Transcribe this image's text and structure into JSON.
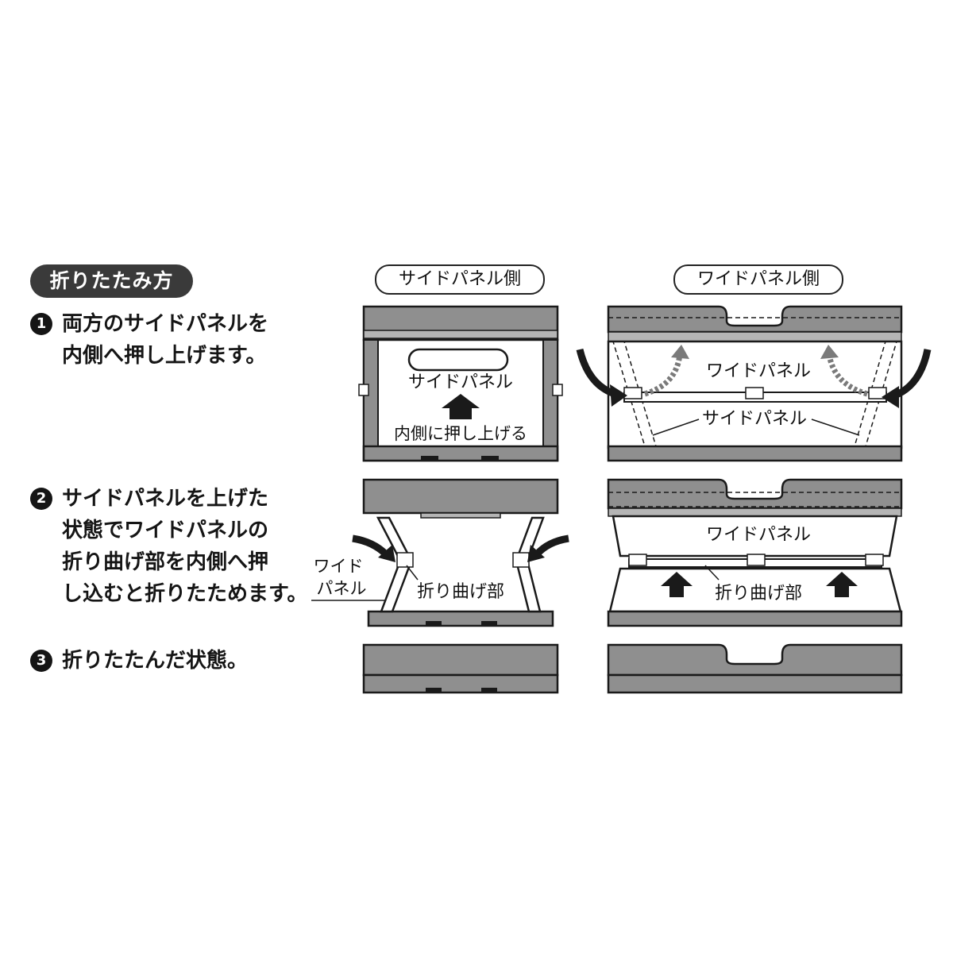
{
  "title": "折りたたみ方",
  "columns": {
    "side": "サイドパネル側",
    "wide": "ワイドパネル側"
  },
  "steps": [
    {
      "num": "1",
      "lines": [
        "両方のサイドパネルを",
        "内側へ押し上げます。"
      ]
    },
    {
      "num": "2",
      "lines": [
        "サイドパネルを上げた",
        "状態でワイドパネルの",
        "折り曲げ部を内側へ押",
        "し込むと折りたためます。"
      ]
    },
    {
      "num": "3",
      "lines": [
        "折りたたんだ状態。"
      ]
    }
  ],
  "labels": {
    "side_panel": "サイドパネル",
    "push_inside": "内側に押し上げる",
    "wide_panel": "ワイドパネル",
    "side_panel_2": "サイドパネル",
    "wide_label_1": "ワイド",
    "wide_label_2": "パネル",
    "fold_part": "折り曲げ部",
    "wide_panel_2": "ワイドパネル",
    "fold_part_2": "折り曲げ部"
  },
  "colors": {
    "panel_fill": "#8f8f8f",
    "outline": "#1a1a1a",
    "badge": "#3a3a3a",
    "dashed_arrow": "#7a7a7a"
  }
}
